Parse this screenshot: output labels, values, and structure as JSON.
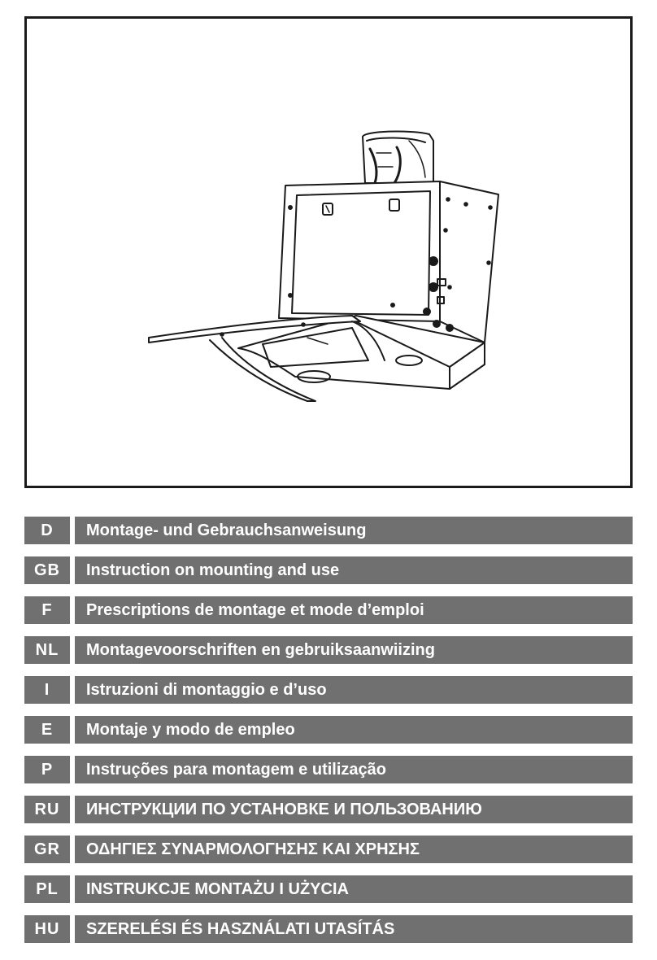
{
  "illustration": {
    "icon": "cooker-hood-illustration"
  },
  "languages": [
    {
      "code": "D",
      "title": "Montage- und Gebrauchsanweisung"
    },
    {
      "code": "GB",
      "title": "Instruction on mounting and use"
    },
    {
      "code": "F",
      "title": "Prescriptions de montage et mode d’emploi"
    },
    {
      "code": "NL",
      "title": "Montagevoorschriften en gebruiksaanwiizing"
    },
    {
      "code": "I",
      "title": "Istruzioni di montaggio e d’uso"
    },
    {
      "code": "E",
      "title": "Montaje y modo de empleo"
    },
    {
      "code": "P",
      "title": "Instruções para montagem e utilização"
    },
    {
      "code": "RU",
      "title": "ИНСТРУКЦИИ ПО УСТАНОВКЕ И ПОЛЬЗОВАНИЮ"
    },
    {
      "code": "GR",
      "title": "ΟΔΗΓΙΕΣ ΣΥΝΑΡΜΟΛΟΓΗΣΗΣ ΚΑΙ ΧΡΗΣΗΣ"
    },
    {
      "code": "PL",
      "title": "INSTRUKCJE MONTAŻU I UŻYCIA"
    },
    {
      "code": "HU",
      "title": "SZERELÉSI ÉS HASZNÁLATI UTASÍTÁS"
    }
  ]
}
